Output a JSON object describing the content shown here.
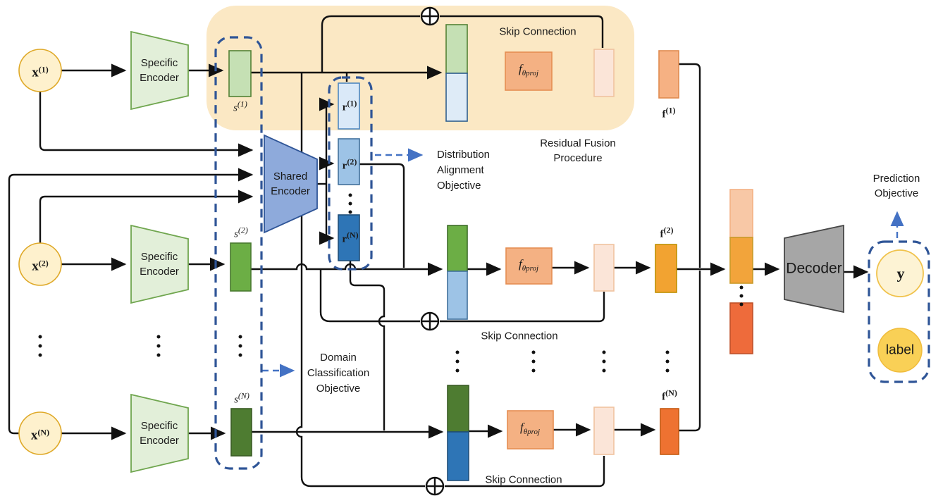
{
  "palette": {
    "region_yellow": "#FBE8C4",
    "input_circle_fill": "#FEF1CD",
    "input_circle_border": "#DFA928",
    "specific_encoder_fill": "#E2EFD9",
    "specific_encoder_border": "#70A64F",
    "shared_encoder_fill": "#8EAADB",
    "shared_encoder_border": "#2F5597",
    "dashed_blue": "#2F5597",
    "arrow_blue": "#4472C4",
    "s1_green": "#C5E0B4",
    "s2_green": "#6CAE45",
    "sN_green": "#4E7C31",
    "r1_blue": "#DAE9F8",
    "r2_blue": "#9DC3E6",
    "rN_blue": "#2E75B6",
    "proj_orange": "#F4B183",
    "pink_bar": "#FBE5D8",
    "f1_orange": "#F6B183",
    "f2_orange": "#F2A331",
    "fN_orange": "#EE7231",
    "concat_light": "#F8C8A6",
    "concat_mid": "#F2A43B",
    "concat_deep": "#EE6B3B",
    "decoder_gray": "#A6A6A6",
    "y_fill": "#FDF3D4",
    "label_fill": "#F9D056",
    "wire_black": "#111111"
  },
  "inputs": [
    {
      "base": "x",
      "sup": "(1)"
    },
    {
      "base": "x",
      "sup": "(2)"
    },
    {
      "base": "x",
      "sup": "(N)"
    }
  ],
  "encoders": {
    "specific": "Specific Encoder",
    "shared": "Shared Encoder",
    "decoder": "Decoder"
  },
  "vectors": {
    "s": [
      {
        "base": "s",
        "sup": "(1)"
      },
      {
        "base": "s",
        "sup": "(2)"
      },
      {
        "base": "s",
        "sup": "(N)"
      }
    ],
    "r": [
      {
        "base": "r",
        "sup": "(1)"
      },
      {
        "base": "r",
        "sup": "(2)"
      },
      {
        "base": "r",
        "sup": "(N)"
      }
    ],
    "f": [
      {
        "base": "f",
        "sup": "(1)"
      },
      {
        "base": "f",
        "sup": "(2)"
      },
      {
        "base": "f",
        "sup": "(N)"
      }
    ],
    "fproj": {
      "base": "f",
      "sub": "θproj"
    }
  },
  "annotations": {
    "skip_connection": "Skip Connection",
    "residual_fusion": "Residual Fusion\nProcedure",
    "distribution_alignment": "Distribution\nAlignment\nObjective",
    "domain_classification": "Domain\nClassification\nObjective",
    "prediction": "Prediction\nObjective"
  },
  "outputs": {
    "y": "y",
    "label": "label"
  },
  "symbols": {
    "sum": "⊕",
    "vertical_ellipsis": "⋮"
  }
}
